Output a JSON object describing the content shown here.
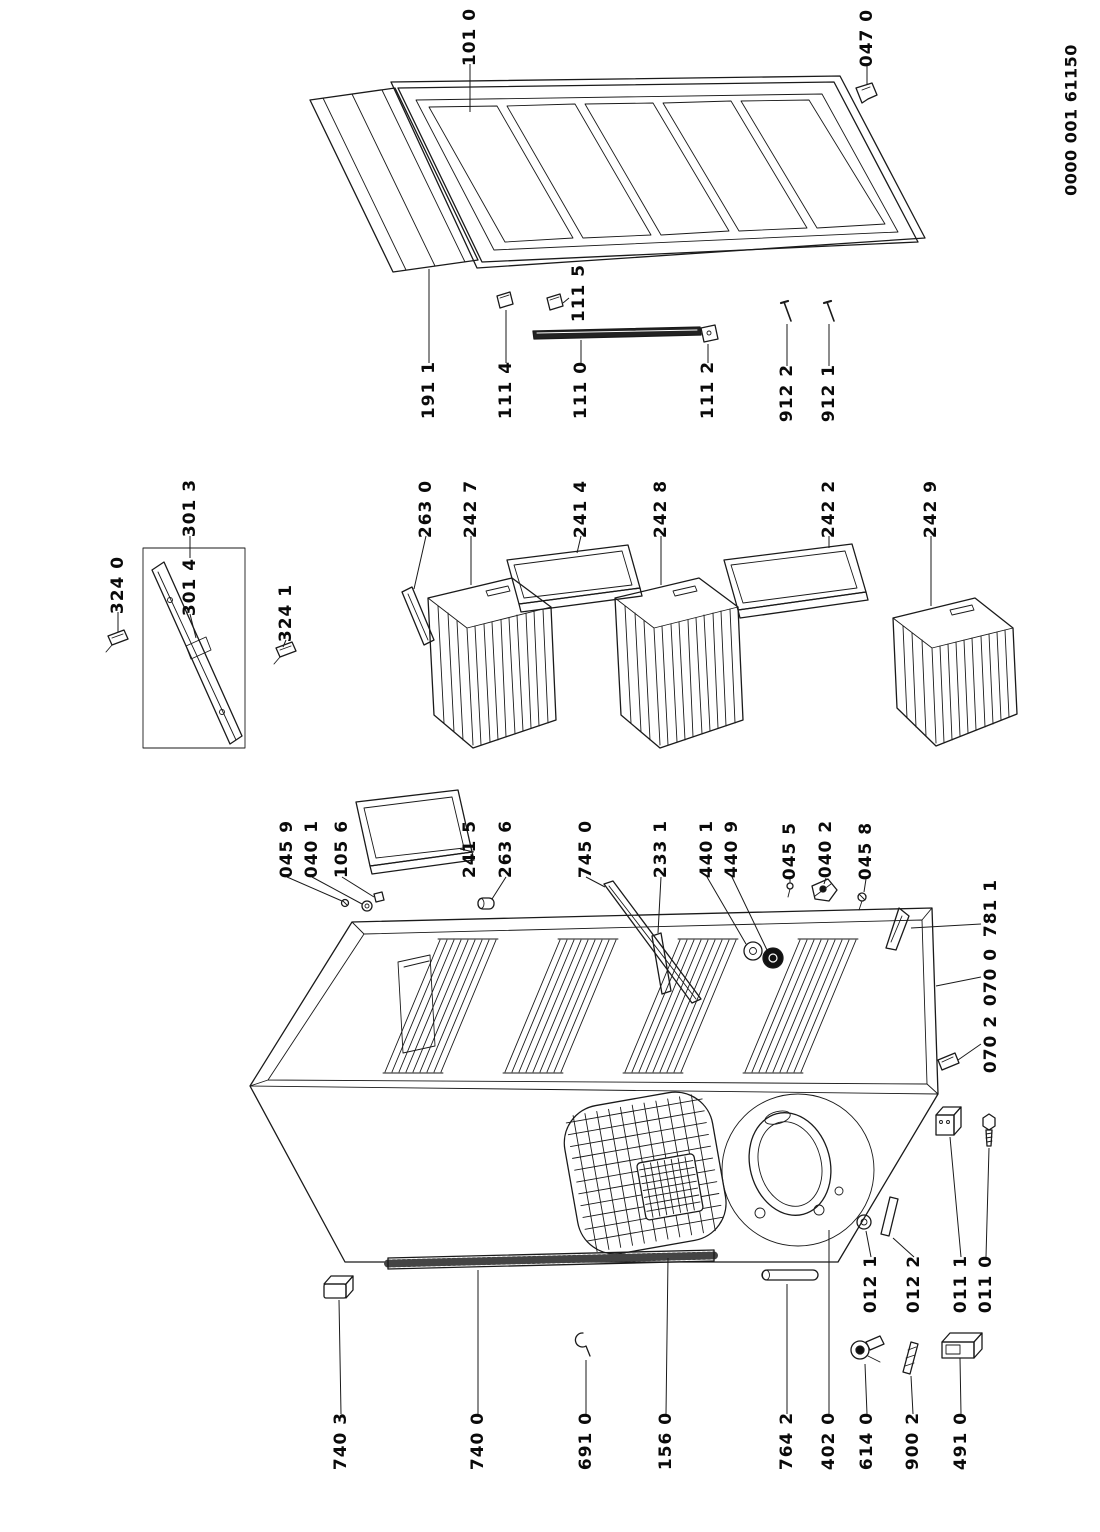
{
  "doc_number": "0000 001 61150",
  "door_section": {
    "p101_0": "101 0",
    "p047_0": "047 0",
    "p191_1": "191 1",
    "p111_4": "111 4",
    "p111_5": "111 5",
    "p111_0": "111 0",
    "p111_2": "111 2",
    "p912_2": "912 2",
    "p912_1": "912 1"
  },
  "drawer_section": {
    "p324_0": "324 0",
    "p301_3": "301 3",
    "p301_4": "301 4",
    "p324_1": "324 1",
    "p263_0": "263 0",
    "p242_7": "242 7",
    "p241_4": "241 4",
    "p242_8": "242 8",
    "p242_2": "242 2",
    "p242_9": "242 9"
  },
  "cabinet_section": {
    "p045_9": "045 9",
    "p040_1": "040 1",
    "p105_6": "105 6",
    "p241_5": "241 5",
    "p263_6": "263 6",
    "p745_0": "745 0",
    "p233_1": "233 1",
    "p440_1": "440 1",
    "p440_9": "440 9",
    "p045_5": "045 5",
    "p040_2": "040 2",
    "p045_8": "045 8",
    "p781_1": "781 1",
    "p070_0": "070 0",
    "p070_2": "070 2",
    "p012_1": "012 1",
    "p012_2": "012 2",
    "p011_1": "011 1",
    "p011_0": "011 0",
    "p740_3": "740 3",
    "p740_0": "740 0",
    "p691_0": "691 0",
    "p156_0": "156 0",
    "p764_2": "764 2",
    "p402_0": "402 0",
    "p614_0": "614 0",
    "p900_2": "900 2",
    "p491_0": "491 0"
  }
}
